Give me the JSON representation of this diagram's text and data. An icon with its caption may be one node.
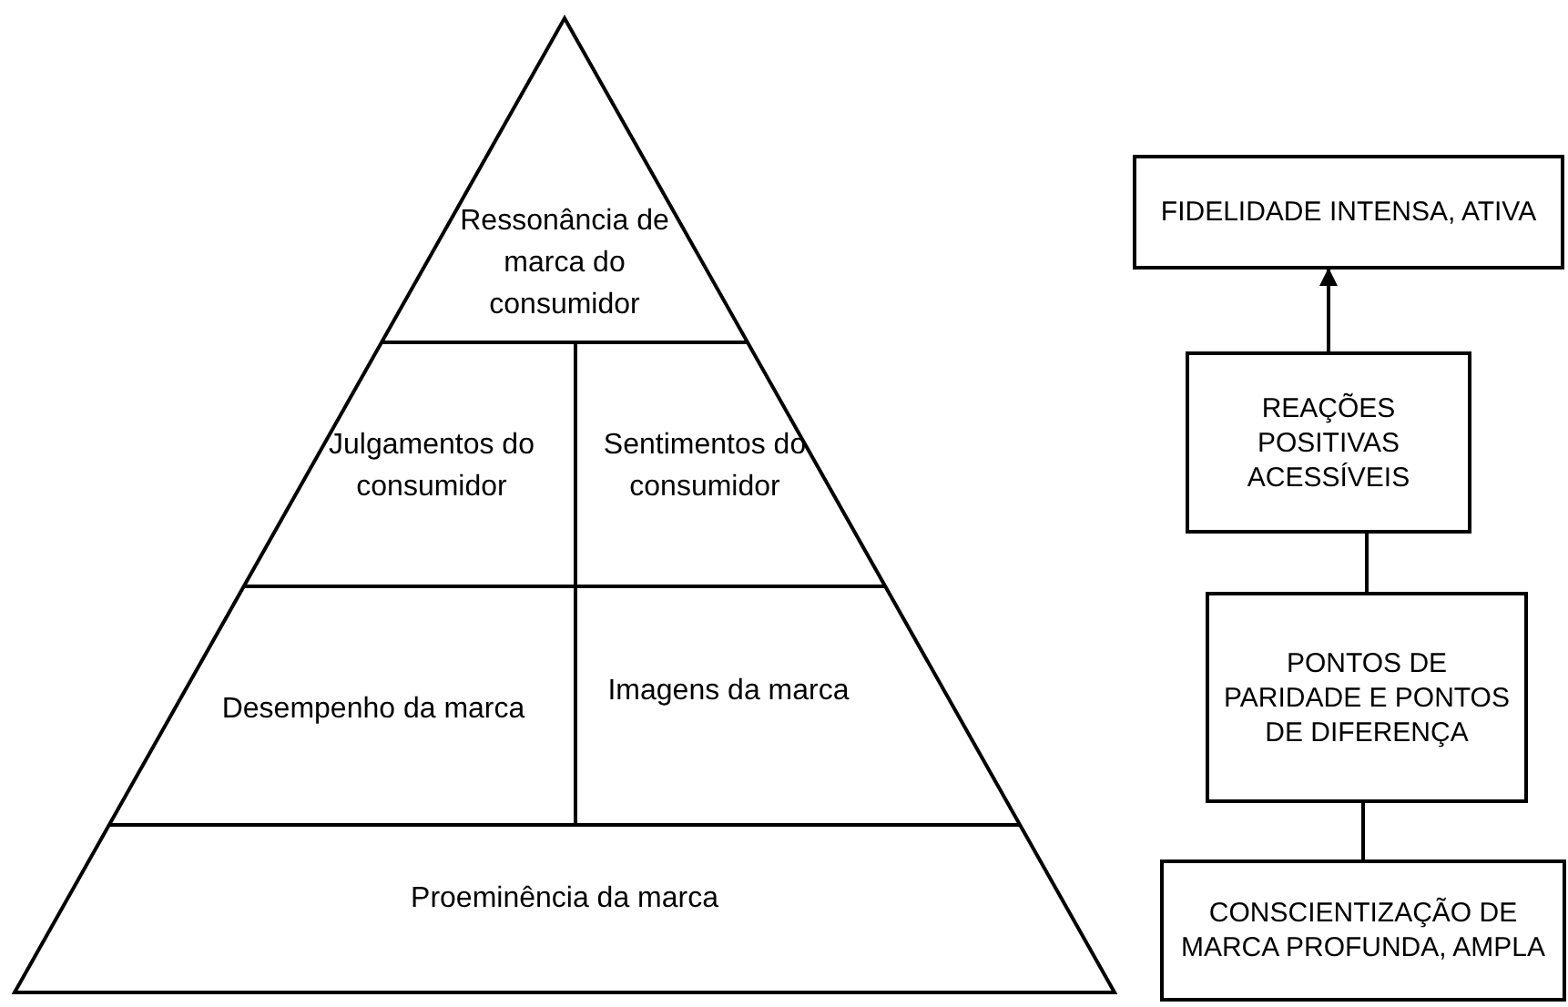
{
  "diagram": {
    "nodes": [
      {
        "text": [
          "Ressonância de marca do consumidor"
        ]
      },
      {
        "text": [
          "Julgamentos do consumidor"
        ]
      },
      {
        "text": [
          "Sentimentos do consumidor"
        ]
      },
      {
        "text": [
          "Desempenho da marca"
        ]
      },
      {
        "text": [
          "Imagens da marca"
        ]
      },
      {
        "text": [
          "Proeminência da marca"
        ]
      },
      {
        "text": [
          "FIDELIDADE INTENSA, ATIVA"
        ]
      },
      {
        "text": [
          "REAÇÕES POSITIVAS ACESSÍVEIS"
        ]
      },
      {
        "text": [
          "PONTOS DE PARIDADE E PONTOS DE DIFERENÇA"
        ]
      },
      {
        "text": [
          "CONSCIENTIZAÇÃO DE MARCA PROFUNDA, AMPLA"
        ]
      }
    ],
    "edges": [
      {
        "from": 9,
        "to": 8,
        "arrow": "none"
      },
      {
        "from": 8,
        "to": 7,
        "arrow": "none"
      },
      {
        "from": 7,
        "to": 6,
        "arrow": "to"
      }
    ]
  }
}
